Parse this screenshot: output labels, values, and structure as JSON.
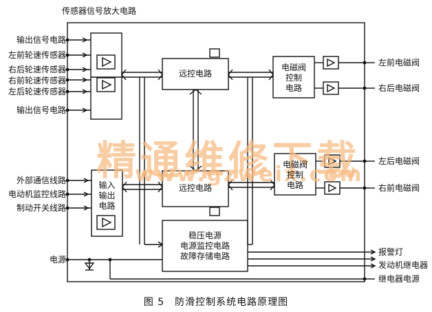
{
  "blocks": {
    "sensor_amp": "传感器信号放大电路",
    "remote_upper": "远控电路",
    "remote_lower": "远控电路",
    "valve_upper": [
      "电磁阀",
      "控制",
      "电路"
    ],
    "valve_lower": [
      "电磁阀",
      "控制",
      "电路"
    ],
    "io_circuit": [
      "输入",
      "输出",
      "电路"
    ],
    "power": [
      "稳压电源",
      "电源监控电路",
      "故障存储电路"
    ]
  },
  "left_labels": {
    "out1": "输出信号电路",
    "s1": "左前轮速传感器",
    "s2": "右后轮速传感器",
    "s3": "右前轮速传感器",
    "s4": "左后轮速传感器",
    "out2": "输出信号电路",
    "ext": "外部通信线路",
    "engine": "电动机监控线路",
    "brake": "制动开关线路",
    "power": "电源"
  },
  "right_labels": {
    "v1": "左前电磁阀",
    "v2": "右后电磁阀",
    "v3": "左后电磁阀",
    "v4": "右前电磁阀",
    "lamp": "报警灯",
    "relay": "发动机继电器",
    "relay_power": "继电器电源"
  },
  "caption": "图 5　防滑控制系统电路原理图",
  "watermark": {
    "cn": "精通维修下载",
    "url": "www.gzweix.com"
  }
}
